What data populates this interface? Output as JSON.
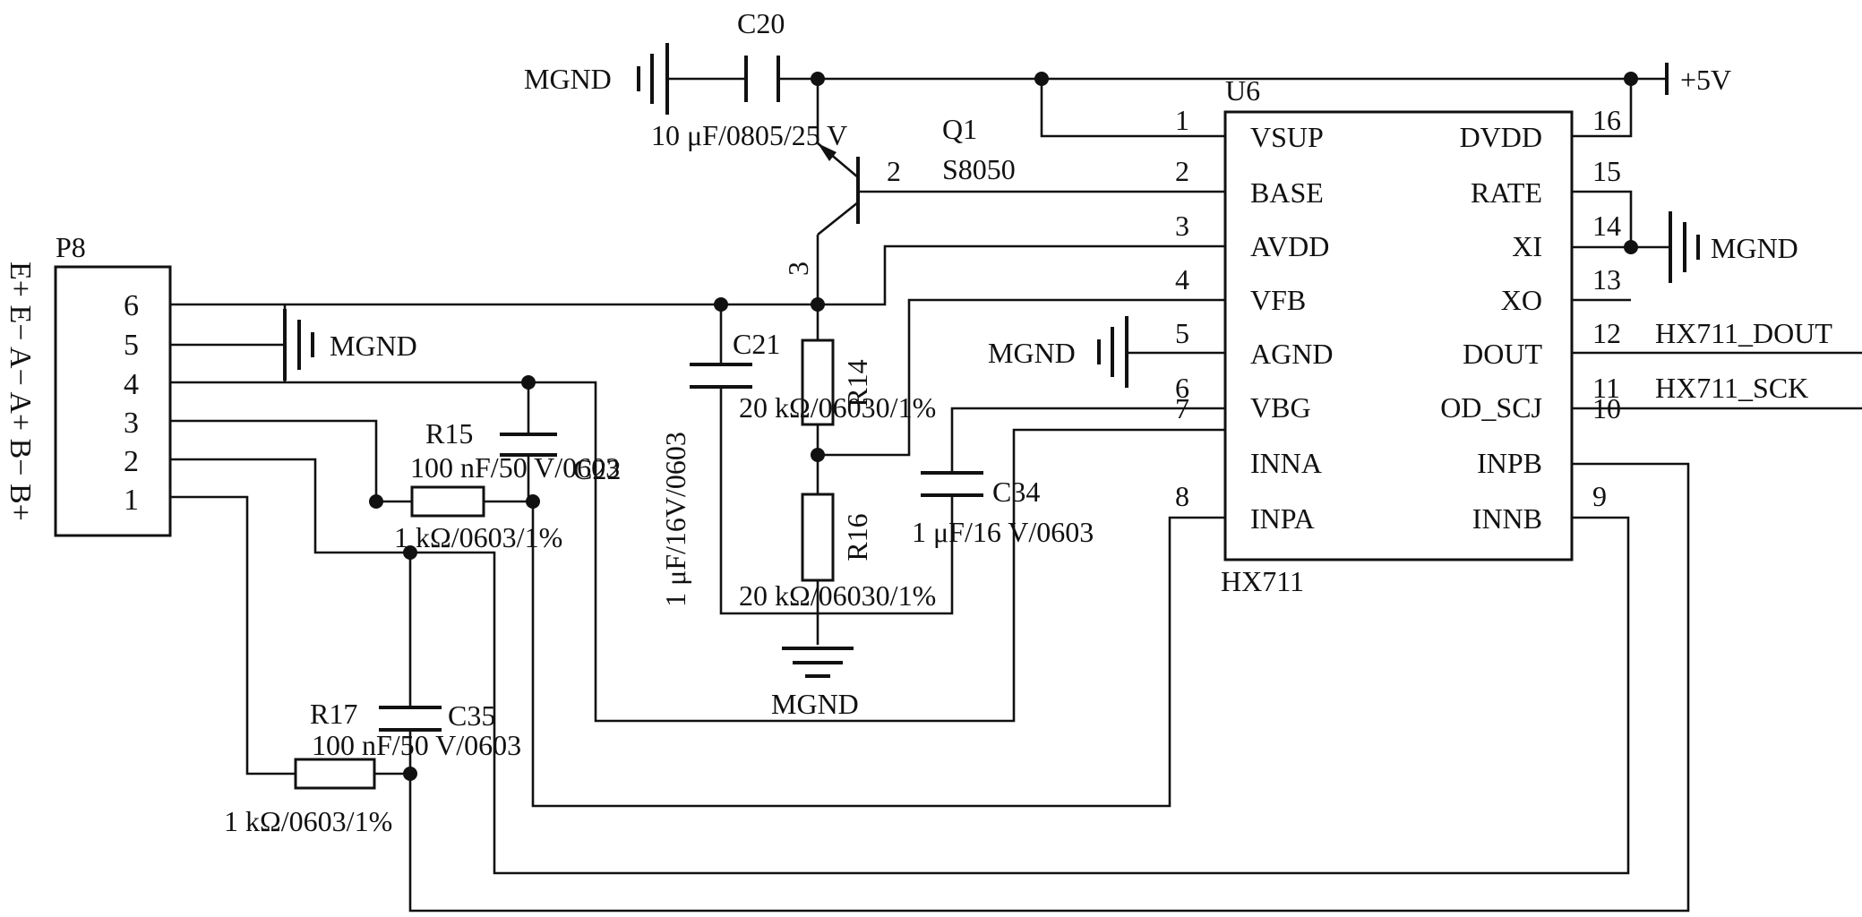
{
  "power": {
    "vcc": "+5V",
    "gnd": "MGND"
  },
  "ic": {
    "ref": "U6",
    "part": "HX711",
    "left_pins": [
      {
        "num": "1",
        "name": "VSUP"
      },
      {
        "num": "2",
        "name": "BASE"
      },
      {
        "num": "3",
        "name": "AVDD"
      },
      {
        "num": "4",
        "name": "VFB"
      },
      {
        "num": "5",
        "name": "AGND"
      },
      {
        "num": "6",
        "name": "VBG"
      },
      {
        "num": "7",
        "name": "INNA"
      },
      {
        "num": "8",
        "name": "INPA"
      }
    ],
    "right_pins": [
      {
        "num": "16",
        "name": "DVDD"
      },
      {
        "num": "15",
        "name": "RATE"
      },
      {
        "num": "14",
        "name": "XI"
      },
      {
        "num": "13",
        "name": "XO"
      },
      {
        "num": "12",
        "name": "DOUT"
      },
      {
        "num": "11",
        "name": "OD_SCJ"
      },
      {
        "num": "10",
        "name": "INPB"
      },
      {
        "num": "9",
        "name": "INNB"
      }
    ]
  },
  "nets": {
    "dout": "HX711_DOUT",
    "sck": "HX711_SCK"
  },
  "connector": {
    "ref": "P8",
    "pins": [
      "6",
      "5",
      "4",
      "3",
      "2",
      "1"
    ],
    "signals": "E+ E− A− A+ B− B+"
  },
  "transistor": {
    "ref": "Q1",
    "part": "S8050",
    "pin_base": "2",
    "pin_collector": "3"
  },
  "components": {
    "c20": {
      "ref": "C20",
      "value": "10 μF/0805/25 V"
    },
    "c21": {
      "ref": "C21",
      "value": "1 μF/16V/0603"
    },
    "r14": {
      "ref": "R14",
      "value": "20 kΩ/06030/1%"
    },
    "r16": {
      "ref": "R16",
      "value": "20 kΩ/06030/1%"
    },
    "c34": {
      "ref": "C34",
      "value": "1 μF/16 V/0603"
    },
    "r15": {
      "ref": "R15",
      "value": "1 kΩ/0603/1%"
    },
    "c22": {
      "ref": "C22",
      "value": "100 nF/50 V/0603"
    },
    "r17": {
      "ref": "R17",
      "value": "1 kΩ/0603/1%"
    },
    "c35": {
      "ref": "C35",
      "value": "100 nF/50 V/0603"
    }
  }
}
